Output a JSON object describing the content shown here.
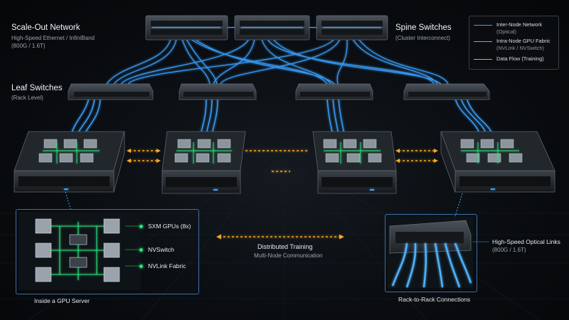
{
  "title": {
    "scale_out": "Scale-Out Network",
    "scale_out_sub1": "High-Speed Ethernet / InfiniBand",
    "scale_out_sub2": "(800G / 1.6T)",
    "spine": "Spine Switches",
    "spine_sub": "(Cluster Interconnect)",
    "leaf": "Leaf Switches",
    "leaf_sub": "(Rack Level)"
  },
  "legend": [
    {
      "label": "Inter-Node Network",
      "sub": "(Optical)",
      "color": "#3aa0ff"
    },
    {
      "label": "Intra-Node GPU Fabric",
      "sub": "(NVLink / NVSwitch)",
      "color": "#2ee07a"
    },
    {
      "label": "Data Flow (Training)",
      "sub": "",
      "color": "#f5a623"
    }
  ],
  "inset_left": {
    "items": [
      "SXM GPUs (8x)",
      "NVSwitch",
      "NVLink Fabric"
    ],
    "caption": "Inside a GPU Server"
  },
  "center": {
    "title": "Distributed Training",
    "sub": "Multi-Node Communication"
  },
  "inset_right": {
    "caption": "Rack-to-Rack Connections",
    "links": "High-Speed Optical Links",
    "links_sub": "(800G / 1.6T)"
  },
  "colors": {
    "optical": "#3aa0ff",
    "nvlink": "#2ee07a",
    "flow": "#f5a623",
    "switch_body": "#2a2f35"
  }
}
